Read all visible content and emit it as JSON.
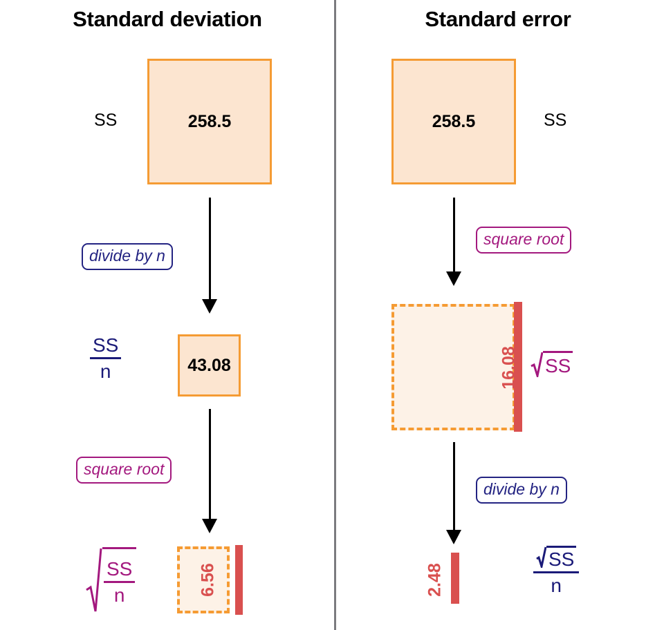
{
  "figure": {
    "type": "diagram",
    "description": "Side-by-side comparison of how standard deviation and standard error are computed from the sum of squares",
    "colors": {
      "box_border_orange": "#f59b33",
      "box_fill_orange": "#fce5d0",
      "box_fill_dashed": "#fdf2e7",
      "bar_red": "#d9504f",
      "label_navy": "#232382",
      "label_magenta": "#a3187e",
      "divider_gray": "#7b7b7f",
      "text_black": "#000000"
    }
  },
  "columns": [
    {
      "title": "Standard deviation",
      "side": "left",
      "steps": [
        {
          "id": "sd-step-1",
          "shape": "solid-square",
          "value": "258.5",
          "label": "SS",
          "label_side": "left",
          "label_style": "plain-black"
        },
        {
          "id": "sd-op-1",
          "shape": "operation",
          "operation": "divide by n",
          "operation_color": "navy"
        },
        {
          "id": "sd-step-2",
          "shape": "solid-square",
          "value": "43.08",
          "label_numerator": "SS",
          "label_denominator": "n",
          "label_side": "left",
          "label_style": "navy-fraction"
        },
        {
          "id": "sd-op-2",
          "shape": "operation",
          "operation": "square root",
          "operation_color": "magenta"
        },
        {
          "id": "sd-step-3",
          "shape": "dashed-square-with-bar",
          "value": "6.56",
          "label_numerator": "SS",
          "label_denominator": "n",
          "label_side": "left",
          "label_style": "magenta-radical-over-fraction"
        }
      ]
    },
    {
      "title": "Standard error",
      "side": "right",
      "steps": [
        {
          "id": "se-step-1",
          "shape": "solid-square",
          "value": "258.5",
          "label": "SS",
          "label_side": "right",
          "label_style": "plain-black"
        },
        {
          "id": "se-op-1",
          "shape": "operation",
          "operation": "square root",
          "operation_color": "magenta"
        },
        {
          "id": "se-step-2",
          "shape": "dashed-square-with-bar",
          "value": "16.08",
          "label_radicand": "SS",
          "label_side": "right",
          "label_style": "magenta-radical"
        },
        {
          "id": "se-op-2",
          "shape": "operation",
          "operation": "divide by n",
          "operation_color": "navy"
        },
        {
          "id": "se-step-3",
          "shape": "bar-only",
          "value": "2.48",
          "label_numerator": "SS",
          "label_denominator": "n",
          "label_side": "right",
          "label_style": "navy-radical-numerator-fraction"
        }
      ]
    }
  ],
  "left": {
    "title": "Standard deviation",
    "ss_label": "SS",
    "value_top": "258.5",
    "op_1": "divide by n",
    "value_mid": "43.08",
    "frac_mid_num": "SS",
    "frac_mid_den": "n",
    "op_2": "square root",
    "value_bottom": "6.56",
    "frac_bottom_num": "SS",
    "frac_bottom_den": "n"
  },
  "right": {
    "title": "Standard error",
    "ss_label": "SS",
    "value_top": "258.5",
    "op_1": "square root",
    "value_mid": "16.08",
    "radicand_mid": "SS",
    "op_2": "divide by n",
    "value_bottom": "2.48",
    "frac_bottom_num": "SS",
    "frac_bottom_den": "n"
  }
}
